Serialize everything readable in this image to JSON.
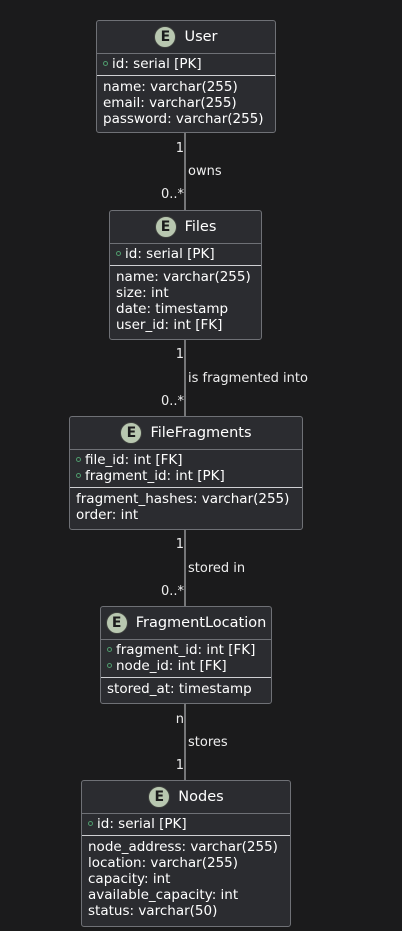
{
  "entities": [
    {
      "name": "User",
      "icon": "E",
      "keys": [
        "id: serial [PK]"
      ],
      "attributes": [
        "name: varchar(255)",
        "email: varchar(255)",
        "password: varchar(255)"
      ]
    },
    {
      "name": "Files",
      "icon": "E",
      "keys": [
        "id: serial [PK]"
      ],
      "attributes": [
        "name: varchar(255)",
        "size: int",
        "date: timestamp",
        "user_id: int [FK]"
      ]
    },
    {
      "name": "FileFragments",
      "icon": "E",
      "keys": [
        "file_id: int [FK]",
        "fragment_id: int [PK]"
      ],
      "attributes": [
        "fragment_hashes: varchar(255)",
        "order: int"
      ]
    },
    {
      "name": "FragmentLocation",
      "icon": "E",
      "keys": [
        "fragment_id: int [FK]",
        "node_id: int [FK]"
      ],
      "attributes": [
        "stored_at: timestamp"
      ]
    },
    {
      "name": "Nodes",
      "icon": "E",
      "keys": [
        "id: serial [PK]"
      ],
      "attributes": [
        "node_address: varchar(255)",
        "location: varchar(255)",
        "capacity: int",
        "available_capacity: int",
        "status: varchar(50)"
      ]
    }
  ],
  "relations": [
    {
      "label": "owns",
      "from_mult": "1",
      "to_mult": "0..*"
    },
    {
      "label": "is fragmented into",
      "from_mult": "1",
      "to_mult": "0..*"
    },
    {
      "label": "stored in",
      "from_mult": "1",
      "to_mult": "0..*"
    },
    {
      "label": "stores",
      "from_mult": "n",
      "to_mult": "1"
    }
  ],
  "colors": {
    "background": "#1b1b1c",
    "entity_fill": "#2b2c30",
    "entity_border": "#6f7176",
    "text": "#ffffff",
    "key_marker": "#4f9c6d",
    "icon_fill": "#b8c7b0",
    "connector": "#cfd0d3"
  }
}
